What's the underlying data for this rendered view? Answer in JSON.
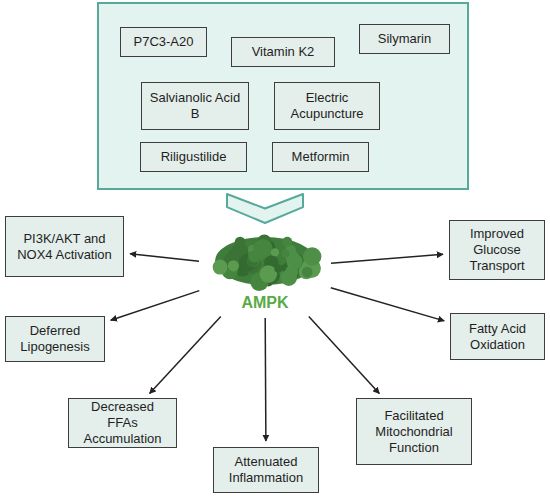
{
  "diagram": {
    "nodes": [
      {
        "text": []
      },
      {
        "text": [
          "P7C3-A20"
        ],
        "in": 0
      },
      {
        "text": [
          "Vitamin K2"
        ],
        "in": 0
      },
      {
        "text": [
          "Silymarin"
        ],
        "in": 0
      },
      {
        "text": [
          "Salvianolic Acid B"
        ],
        "in": 0
      },
      {
        "text": [
          "Electric Acupuncture"
        ],
        "in": 0
      },
      {
        "text": [
          "Riligustilide"
        ],
        "in": 0
      },
      {
        "text": [
          "Metformin"
        ],
        "in": 0
      },
      {
        "text": [
          "AMPK"
        ]
      },
      {
        "text": [
          "PI3K/AKT and NOX4 Activation"
        ]
      },
      {
        "text": [
          "Improved Glucose Transport"
        ]
      },
      {
        "text": [
          "Deferred Lipogenesis"
        ]
      },
      {
        "text": [
          "Fatty Acid Oxidation"
        ]
      },
      {
        "text": [
          "Decreased FFAs Accumulation"
        ]
      },
      {
        "text": [
          "Facilitated Mitochondrial Function"
        ]
      },
      {
        "text": [
          "Attenuated Inflammation"
        ]
      }
    ],
    "edges": [
      {
        "from": 0,
        "to": 8,
        "arrow": "to"
      },
      {
        "from": 8,
        "to": 9,
        "arrow": "to"
      },
      {
        "from": 8,
        "to": 10,
        "arrow": "to"
      },
      {
        "from": 8,
        "to": 11,
        "arrow": "to"
      },
      {
        "from": 8,
        "to": 12,
        "arrow": "to"
      },
      {
        "from": 8,
        "to": 13,
        "arrow": "to"
      },
      {
        "from": 8,
        "to": 14,
        "arrow": "to"
      },
      {
        "from": 8,
        "to": 15,
        "arrow": "to"
      }
    ]
  }
}
